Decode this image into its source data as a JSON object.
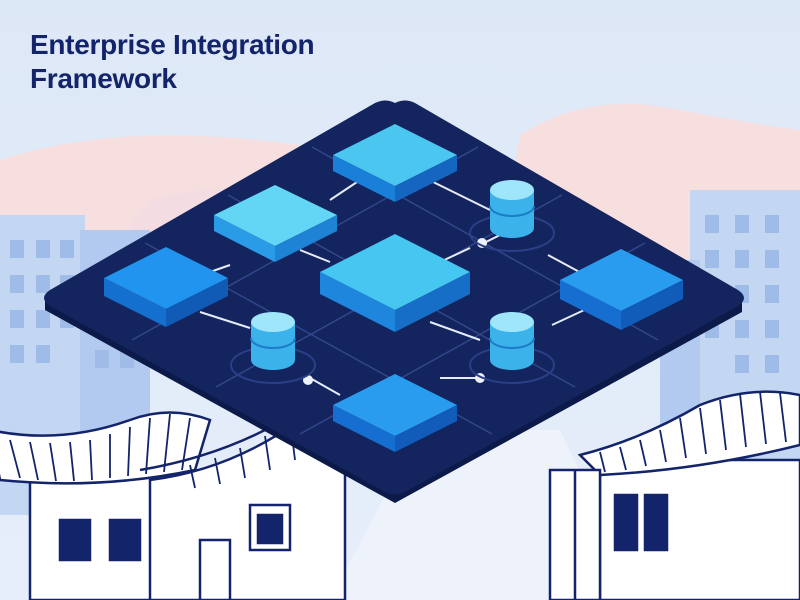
{
  "title": {
    "line1": "Enterprise Integration",
    "line2": "Framework"
  },
  "colors": {
    "sky": "#dbe7f6",
    "cloud": "#f8e0e1",
    "platform": "#14245e",
    "platform_edge": "#0c1a4a",
    "block_blue": "#1f8ded",
    "block_light": "#4fd0f2",
    "cylinder": "#8fe0f7",
    "building": "#b9d2f3",
    "roof_line": "#13246a",
    "title": "#13246a"
  },
  "icons": [
    "server-block",
    "database-cylinder",
    "connector-node",
    "hanok-roof",
    "city-building"
  ]
}
